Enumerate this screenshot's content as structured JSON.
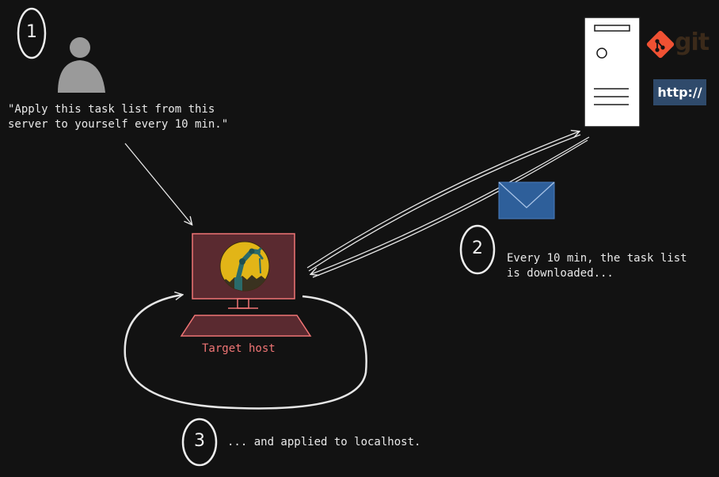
{
  "steps": [
    {
      "number": "1",
      "text": "\"Apply this task list from this\nserver to yourself every 10 min.\""
    },
    {
      "number": "2",
      "text": "Every 10 min, the task list\nis downloaded..."
    },
    {
      "number": "3",
      "text": "... and applied to localhost."
    }
  ],
  "target_host": {
    "label": "Target host"
  },
  "server": {
    "git_label": "git",
    "http_label": "http://"
  },
  "icons": [
    "user-icon",
    "server-icon",
    "git-logo-icon",
    "envelope-icon",
    "monitor-icon",
    "keyboard-icon",
    "robot-arm-logo-icon"
  ],
  "colors": {
    "background": "#121212",
    "stroke": "#e6e6e6",
    "target": "#f07575",
    "target_fill": "#5a2a30",
    "envelope": "#2e5f9a",
    "git": "#f05133",
    "http_badge": "#2f4a6b",
    "user": "#9a9a9a"
  }
}
